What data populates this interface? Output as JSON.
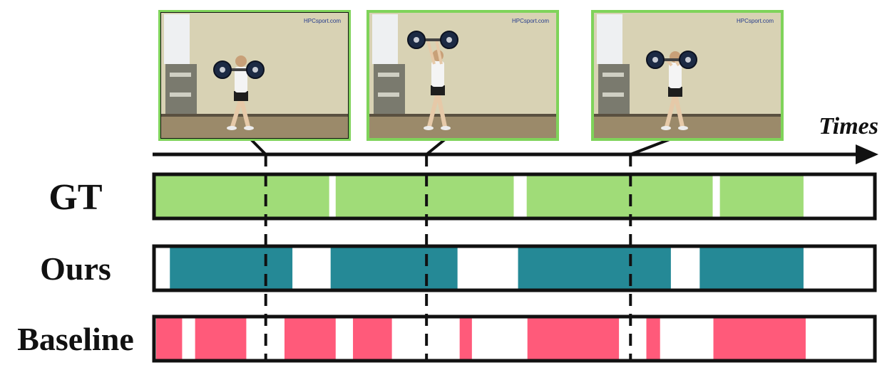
{
  "axis_label": "Times",
  "colors": {
    "gt": "#a0dc78",
    "ours": "#258996",
    "baseline": "#ff5a7a",
    "frame_border": "#7fd35a",
    "outline": "#111111"
  },
  "timeline_domain": [
    0,
    1
  ],
  "rows": [
    {
      "label": "GT",
      "color_key": "gt",
      "segments": [
        [
          0.0,
          0.243
        ],
        [
          0.252,
          0.499
        ],
        [
          0.517,
          0.775
        ],
        [
          0.785,
          0.901
        ]
      ]
    },
    {
      "label": "Ours",
      "color_key": "ours",
      "segments": [
        [
          0.022,
          0.192
        ],
        [
          0.245,
          0.421
        ],
        [
          0.505,
          0.717
        ],
        [
          0.757,
          0.901
        ]
      ]
    },
    {
      "label": "Baseline",
      "color_key": "baseline",
      "segments": [
        [
          0.003,
          0.039
        ],
        [
          0.057,
          0.128
        ],
        [
          0.181,
          0.252
        ],
        [
          0.276,
          0.33
        ],
        [
          0.424,
          0.441
        ],
        [
          0.518,
          0.645
        ],
        [
          0.683,
          0.702
        ],
        [
          0.776,
          0.904
        ]
      ]
    }
  ],
  "keyframes": [
    {
      "time": 0.155,
      "watermark": "HPCsport.com",
      "pose": "pull"
    },
    {
      "time": 0.378,
      "watermark": "HPCsport.com",
      "pose": "jerk"
    },
    {
      "time": 0.661,
      "watermark": "HPCsport.com",
      "pose": "rack"
    }
  ]
}
